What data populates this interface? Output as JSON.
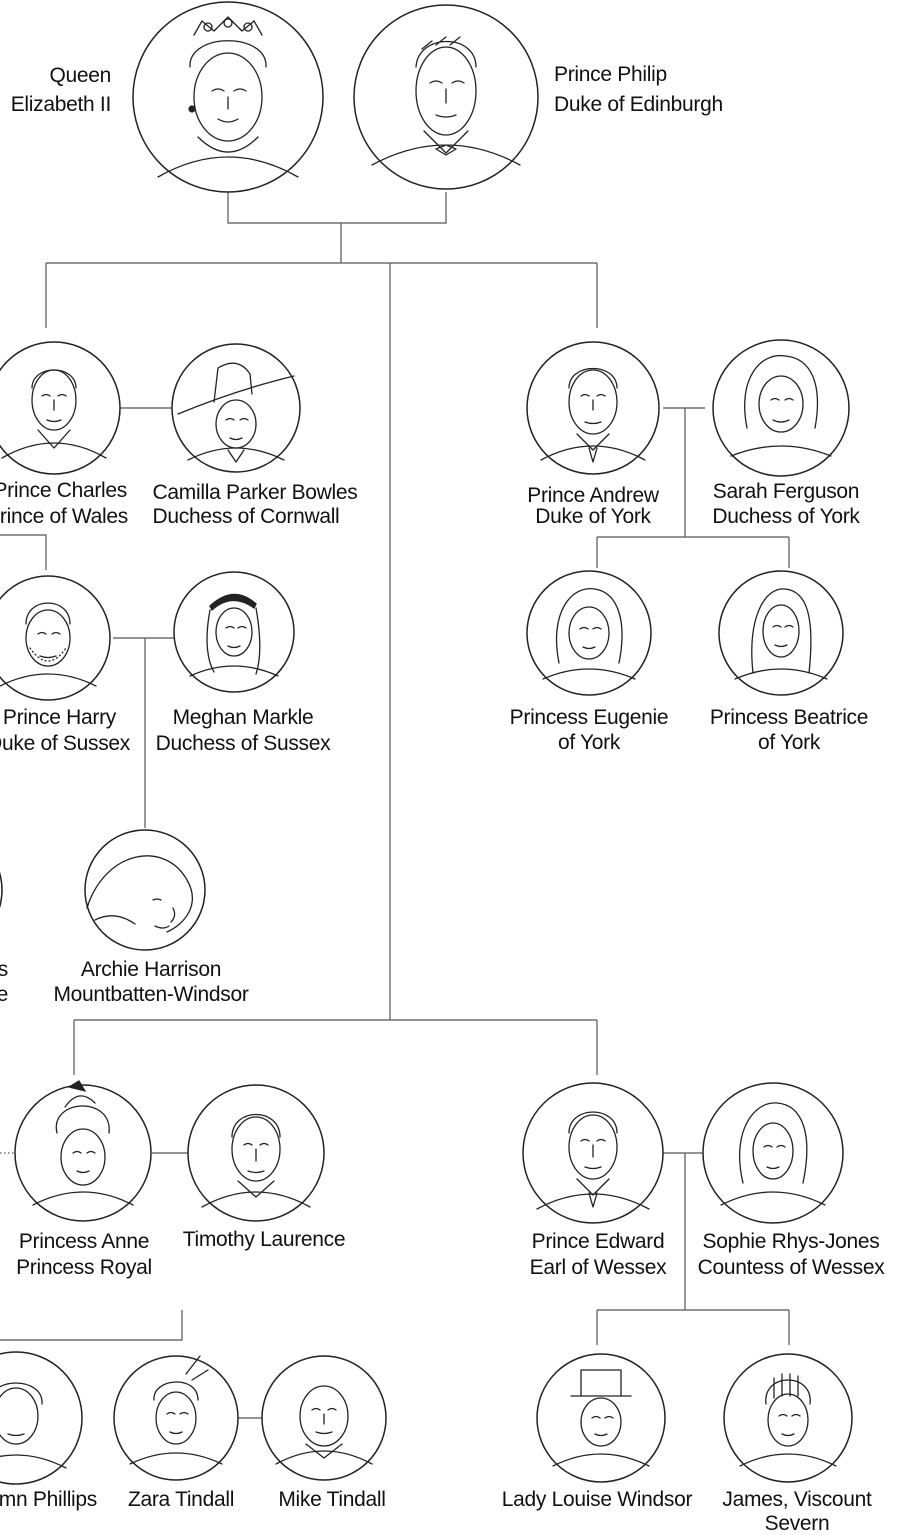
{
  "people": {
    "queen": {
      "lines": [
        "Queen",
        "Elizabeth II"
      ]
    },
    "philip": {
      "lines": [
        "Prince Philip",
        "Duke of Edinburgh"
      ]
    },
    "charles": {
      "lines": [
        "Prince Charles",
        "Prince of Wales"
      ]
    },
    "camilla": {
      "lines": [
        "Camilla Parker Bowles",
        "Duchess of Cornwall"
      ]
    },
    "andrew": {
      "lines": [
        "Prince Andrew",
        "Duke of York"
      ]
    },
    "sarah": {
      "lines": [
        "Sarah Ferguson",
        "Duchess of York"
      ]
    },
    "harry": {
      "lines": [
        "Prince Harry",
        "Duke of Sussex"
      ]
    },
    "meghan": {
      "lines": [
        "Meghan Markle",
        "Duchess of Sussex"
      ]
    },
    "eugenie": {
      "lines": [
        "Princess Eugenie",
        "of York"
      ]
    },
    "beatrice": {
      "lines": [
        "Princess Beatrice",
        "of York"
      ]
    },
    "archie": {
      "lines": [
        "Archie Harrison",
        "Mountbatten-Windsor"
      ]
    },
    "cutoff_left": {
      "lines": [
        "s",
        "e"
      ]
    },
    "anne": {
      "lines": [
        "Princess Anne",
        "Princess Royal"
      ]
    },
    "timothy": {
      "lines": [
        "Timothy Laurence"
      ]
    },
    "edward": {
      "lines": [
        "Prince Edward",
        "Earl of Wessex"
      ]
    },
    "sophie": {
      "lines": [
        "Sophie Rhys-Jones",
        "Countess of Wessex"
      ]
    },
    "autumn": {
      "lines": [
        "mn Phillips"
      ]
    },
    "zara": {
      "lines": [
        "Zara Tindall"
      ]
    },
    "mike": {
      "lines": [
        "Mike Tindall"
      ]
    },
    "louise": {
      "lines": [
        "Lady Louise Windsor"
      ]
    },
    "james": {
      "lines": [
        "James, Viscount",
        "Severn"
      ]
    }
  }
}
